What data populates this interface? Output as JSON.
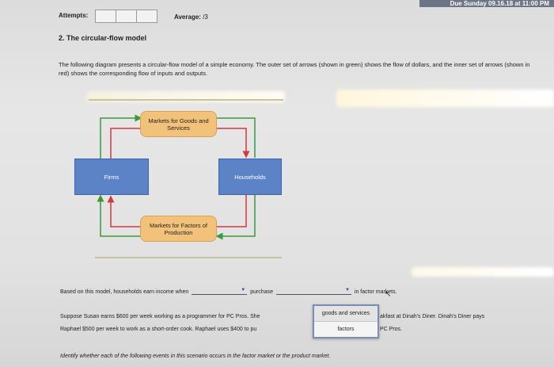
{
  "topbar": {
    "text": "Due Sunday 09.16.18 at 11:00 PM"
  },
  "attempts": {
    "label": "Attempts:",
    "boxes": 3
  },
  "average": {
    "label": "Average:",
    "value": "/3"
  },
  "question": {
    "title": "2. The circular-flow model",
    "intro": "The following diagram presents a circular-flow model of a simple economy. The outer set of arrows (shown in green) shows the flow of dollars, and the inner set of arrows (shown in red) shows the corresponding flow of inputs and outputs."
  },
  "diagram": {
    "markets_goods": "Markets for Goods and Services",
    "markets_factors": "Markets for Factors of Production",
    "firms": "Firms",
    "households": "Households",
    "colors": {
      "green_arrow": "#3a9a3a",
      "red_arrow": "#d23a3a",
      "market_fill": "#f3c27a",
      "agent_fill": "#5d83c7"
    }
  },
  "sentence": {
    "part1": "Based on this model, households earn income when",
    "part2": "purchase",
    "part3": "in factor markets."
  },
  "paragraph2": {
    "left_line1": "Suppose Susan earns $600 per week working as a programmer for PC Pros. She",
    "left_line2": "Raphael $500 per week to work as a short-order cook. Raphael uses $400 to pu",
    "right_line1": "akfast at Dinah's Diner. Dinah's Diner pays",
    "right_line2": "PC Pros."
  },
  "dropdown_menu": {
    "options": [
      "goods and services",
      "factors"
    ]
  },
  "identify": "Identify whether each of the following events in this scenario occurs in the factor market or the product market."
}
